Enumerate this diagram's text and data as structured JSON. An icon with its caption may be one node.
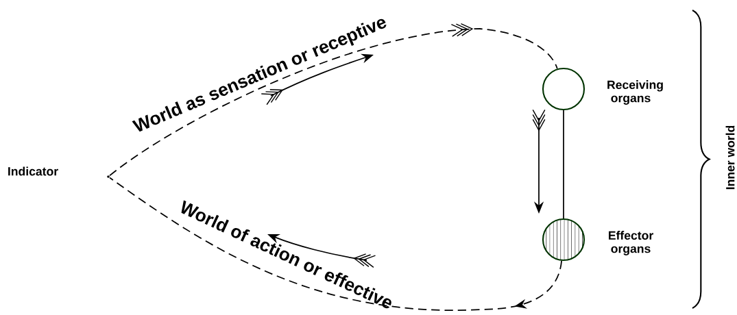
{
  "diagram": {
    "nodes": [
      {
        "text": [],
        "shape": "point"
      },
      {
        "text": [],
        "shape": "circle",
        "beside": [
          "Receiving organs"
        ]
      },
      {
        "text": [],
        "shape": "circle",
        "beside": [
          "Effector organs"
        ]
      }
    ],
    "edges": [
      {
        "from": 0,
        "to": 1,
        "arrow": "to",
        "style": "dashed",
        "label": "World as sensation or receptive"
      },
      {
        "from": 1,
        "to": 2,
        "arrow": "none"
      },
      {
        "from": 2,
        "to": 0,
        "arrow": "to",
        "style": "dashed",
        "label": "World of action or effective"
      }
    ],
    "labels": [
      "Indicator",
      "Inner world"
    ]
  }
}
